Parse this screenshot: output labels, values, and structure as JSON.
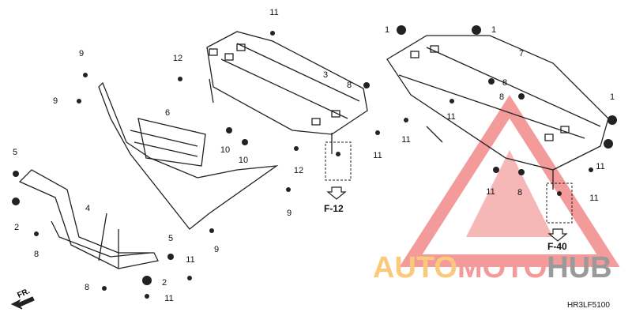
{
  "callouts": [
    "11",
    "9",
    "12",
    "3",
    "6",
    "9",
    "10",
    "10",
    "11",
    "12",
    "5",
    "4",
    "2",
    "8",
    "5",
    "9",
    "11",
    "2",
    "8",
    "11",
    "9",
    "1",
    "1",
    "7",
    "8",
    "11",
    "8",
    "8",
    "11",
    "1",
    "11",
    "8",
    "11",
    "11"
  ],
  "refs": {
    "f12": "F-12",
    "f40": "F-40"
  },
  "front_label": "FR.",
  "diagram_code": "HR3LF5100",
  "watermark": {
    "auto": "AUTO",
    "moto": "MOTO",
    "hub": "HUB"
  },
  "colors": {
    "watermark_red": "#f07a7a",
    "watermark_orange": "#fbc97a",
    "watermark_gray": "#9a9a9a"
  }
}
